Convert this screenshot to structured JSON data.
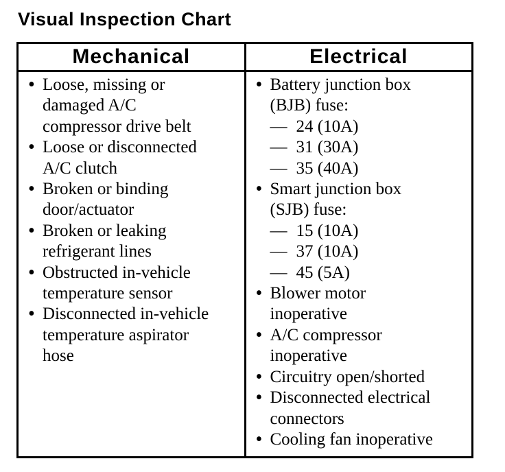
{
  "page": {
    "title": "Visual Inspection Chart",
    "background": "#ffffff",
    "text_color": "#000000",
    "border_color": "#000000"
  },
  "icons": {
    "bullet_glyph": "•",
    "dash_glyph": "—"
  },
  "table": {
    "columns": [
      {
        "header": "Mechanical",
        "items": [
          {
            "text": "Loose, missing or\ndamaged A/C\ncompressor drive belt"
          },
          {
            "text": "Loose or disconnected\nA/C clutch"
          },
          {
            "text": "Broken or binding\ndoor/actuator"
          },
          {
            "text": "Broken or leaking\nrefrigerant lines"
          },
          {
            "text": "Obstructed in-vehicle\ntemperature sensor"
          },
          {
            "text": "Disconnected in-vehicle\ntemperature aspirator\nhose"
          }
        ]
      },
      {
        "header": "Electrical",
        "items": [
          {
            "text": "Battery junction box\n(BJB) fuse:",
            "subitems": [
              "24 (10A)",
              "31 (30A)",
              "35 (40A)"
            ]
          },
          {
            "text": "Smart junction box\n(SJB) fuse:",
            "subitems": [
              "15 (10A)",
              "37 (10A)",
              "45 (5A)"
            ]
          },
          {
            "text": "Blower motor\ninoperative"
          },
          {
            "text": "A/C compressor\ninoperative"
          },
          {
            "text": "Circuitry open/shorted"
          },
          {
            "text": "Disconnected electrical\nconnectors"
          },
          {
            "text": "Cooling fan inoperative"
          }
        ]
      }
    ]
  }
}
